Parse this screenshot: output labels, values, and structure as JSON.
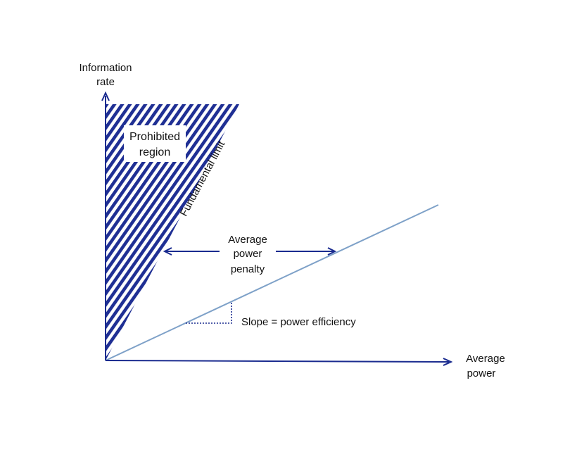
{
  "diagram": {
    "y_axis_label": [
      "Information",
      "rate"
    ],
    "x_axis_label": [
      "Average",
      "power"
    ],
    "prohibited_region_label": [
      "Prohibited",
      "region"
    ],
    "fundamental_limit_label": "Fundamental limit",
    "power_penalty_label": [
      "Average",
      "power",
      "penalty"
    ],
    "slope_label": "Slope = power efficiency"
  },
  "colors": {
    "axis": "#1a2b8f",
    "hatch": "#1f2f94",
    "efficiency_line": "#7ea1c8",
    "arrow": "#1a2b8f"
  }
}
